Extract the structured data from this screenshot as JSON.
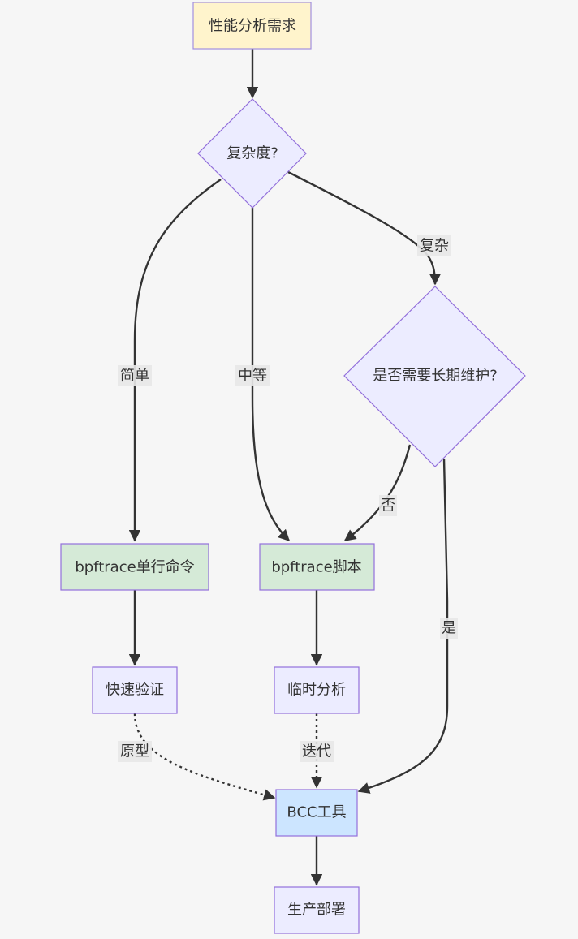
{
  "nodes": {
    "start": {
      "label": "性能分析需求",
      "fill": "#fff4cc",
      "stroke": "#a28fe0"
    },
    "complexity": {
      "label": "复杂度?",
      "fill": "#ececff",
      "stroke": "#9370db"
    },
    "maintain": {
      "label": "是否需要长期维护?",
      "fill": "#ececff",
      "stroke": "#9370db"
    },
    "bpf_oneliner": {
      "label": "bpftrace单行命令",
      "fill": "#d5ead7",
      "stroke": "#9370db"
    },
    "bpf_script": {
      "label": "bpftrace脚本",
      "fill": "#d5ead7",
      "stroke": "#9370db"
    },
    "quick_verify": {
      "label": "快速验证",
      "fill": "#ececff",
      "stroke": "#9370db"
    },
    "temp_analysis": {
      "label": "临时分析",
      "fill": "#ececff",
      "stroke": "#9370db"
    },
    "bcc_tool": {
      "label": "BCC工具",
      "fill": "#cce5ff",
      "stroke": "#9370db"
    },
    "prod_deploy": {
      "label": "生产部署",
      "fill": "#ececff",
      "stroke": "#9370db"
    }
  },
  "edge_labels": {
    "simple": "简单",
    "medium": "中等",
    "complex": "复杂",
    "no": "否",
    "yes": "是",
    "prototype": "原型",
    "iterate": "迭代"
  },
  "edges": [
    {
      "from": "start",
      "to": "complexity",
      "label": "",
      "style": "solid"
    },
    {
      "from": "complexity",
      "to": "bpf_oneliner",
      "label": "简单",
      "style": "solid"
    },
    {
      "from": "complexity",
      "to": "bpf_script",
      "label": "中等",
      "style": "solid"
    },
    {
      "from": "complexity",
      "to": "maintain",
      "label": "复杂",
      "style": "solid"
    },
    {
      "from": "maintain",
      "to": "bpf_script",
      "label": "否",
      "style": "solid"
    },
    {
      "from": "maintain",
      "to": "bcc_tool",
      "label": "是",
      "style": "solid"
    },
    {
      "from": "bpf_oneliner",
      "to": "quick_verify",
      "label": "",
      "style": "solid"
    },
    {
      "from": "bpf_script",
      "to": "temp_analysis",
      "label": "",
      "style": "solid"
    },
    {
      "from": "quick_verify",
      "to": "bcc_tool",
      "label": "原型",
      "style": "dotted"
    },
    {
      "from": "temp_analysis",
      "to": "bcc_tool",
      "label": "迭代",
      "style": "dotted"
    },
    {
      "from": "bcc_tool",
      "to": "prod_deploy",
      "label": "",
      "style": "solid"
    }
  ]
}
